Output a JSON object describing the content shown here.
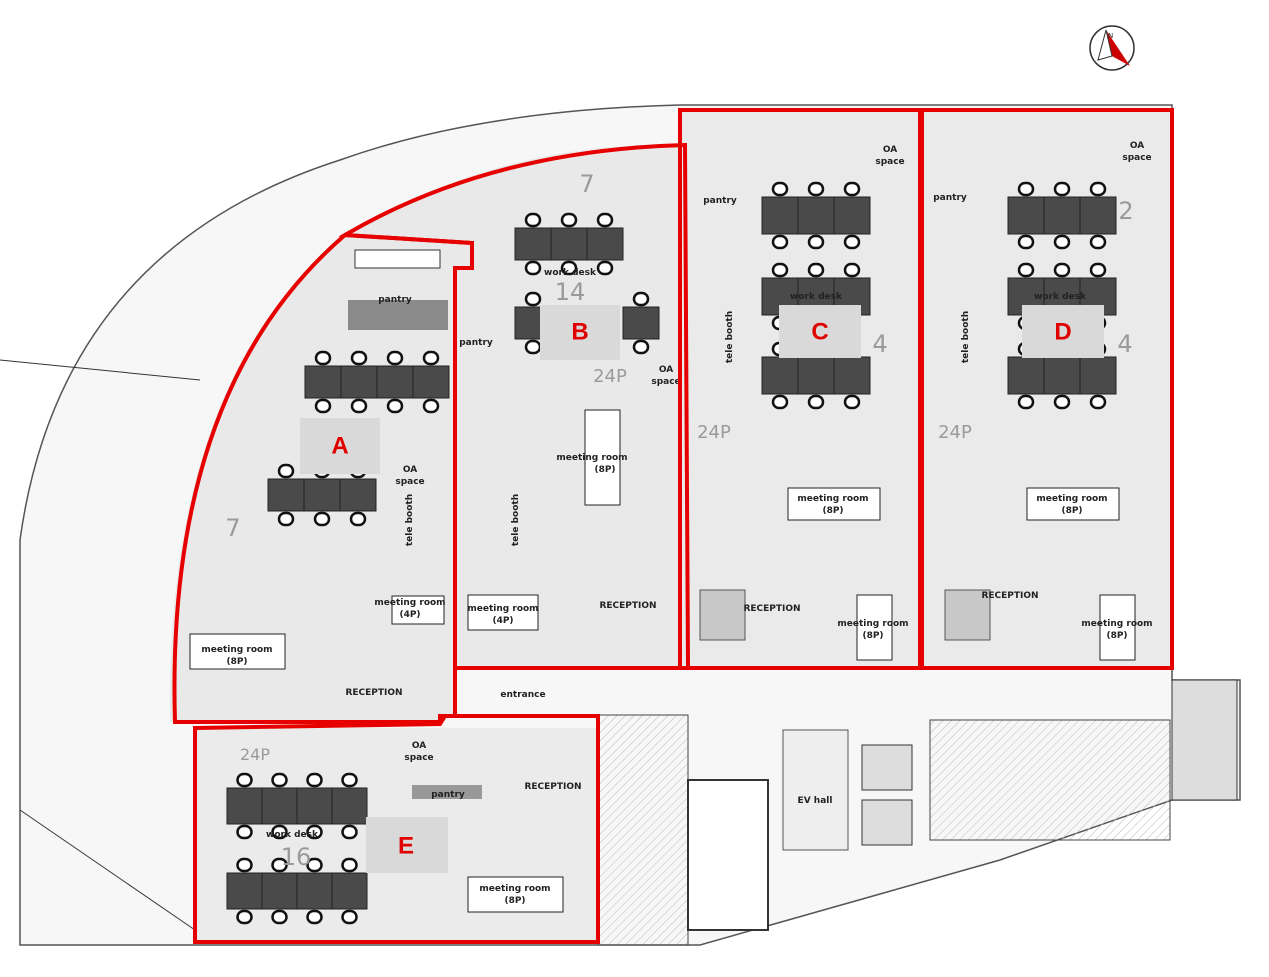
{
  "compass": {
    "label": "N"
  },
  "zones": [
    {
      "id": "A",
      "label": "A"
    },
    {
      "id": "B",
      "label": "B"
    },
    {
      "id": "C",
      "label": "C"
    },
    {
      "id": "D",
      "label": "D"
    },
    {
      "id": "E",
      "label": "E"
    }
  ],
  "labels": {
    "pantry": "pantry",
    "meeting_8p": "meeting room",
    "meeting_8p_cap": "(8P)",
    "meeting_4p": "meeting room",
    "meeting_4p_cap": "(4P)",
    "reception": "RECEPTION",
    "tele_booth": "tele booth",
    "oa": "OA",
    "oa_space": "space",
    "work_desk": "work desk",
    "entrance": "entrance",
    "ev_hall": "EV hall"
  },
  "capacities": {
    "b_top": "7",
    "b_desk": "14",
    "b_total": "24P",
    "a_side": "7",
    "c_total": "24P",
    "c_side": "4",
    "d_total": "24P",
    "d_side": "4",
    "d_top": "2",
    "e_total": "24P",
    "e_desk": "16"
  },
  "colors": {
    "zone_outline": "#e60000",
    "desk": "#4a4a4a",
    "floor": "#ececec"
  }
}
